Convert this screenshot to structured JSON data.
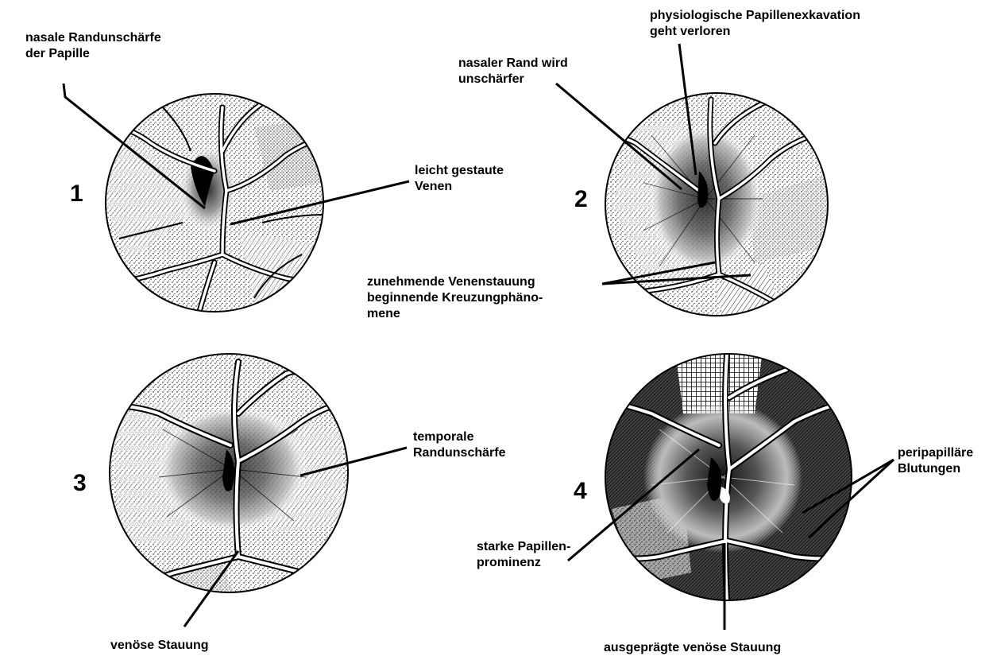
{
  "stages": [
    {
      "number": "1"
    },
    {
      "number": "2"
    },
    {
      "number": "3"
    },
    {
      "number": "4"
    }
  ],
  "labels": {
    "nasal_blur": "nasale Randunschärfe\nder Papille",
    "light_veins": "leicht gestaute\nVenen",
    "physio_exc": "physiologische Papillenexkavation\ngeht verloren",
    "nasal_edge": "nasaler Rand wird\nunschärfer",
    "increasing": "zunehmende Venenstauung\nbeginnende Kreuzungphäno-\nmene",
    "temporal": "temporale\nRandunschärfe",
    "venous": "venöse Stauung",
    "peripap": "peripapilläre\nBlutungen",
    "prominence": "starke Papillen-\nprominenz",
    "pronounced": "ausgeprägte venöse Stauung"
  },
  "colors": {
    "ink": "#000000",
    "paper": "#ffffff"
  }
}
